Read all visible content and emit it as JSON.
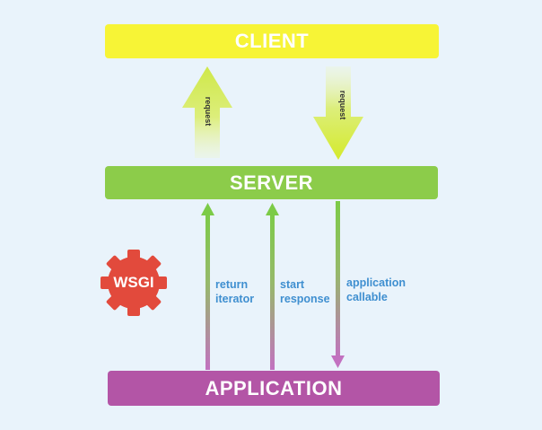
{
  "diagram": {
    "client_label": "CLIENT",
    "server_label": "SERVER",
    "application_label": "APPLICATION",
    "request_up_label": "request",
    "request_down_label": "request",
    "return_iterator_label": "return\niterator",
    "start_response_label": "start\nresponse",
    "application_callable_label": "application\ncallable",
    "badge_label": "WSGI"
  },
  "colors": {
    "client": "#f7f436",
    "server": "#8ccc4a",
    "application": "#b355a6",
    "badge": "#e24a3c",
    "flow_text": "#3f8fd0",
    "background": "#e9f3fb"
  }
}
